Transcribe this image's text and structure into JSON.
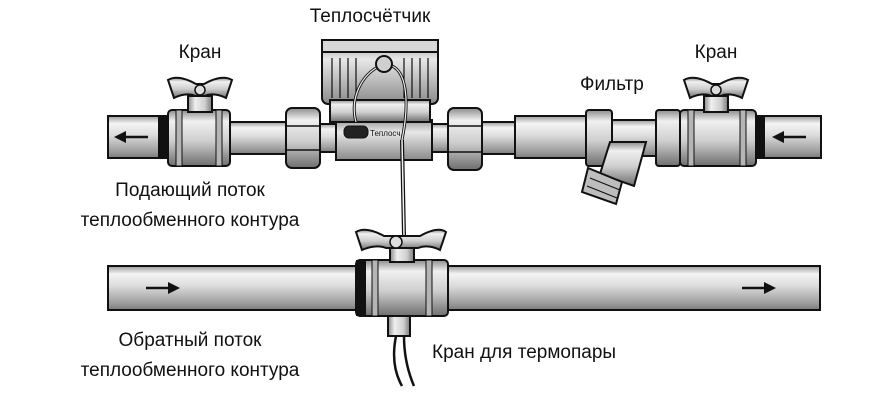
{
  "labels": {
    "heat_meter": "Теплосчётчик",
    "valve_left": "Кран",
    "valve_right": "Кран",
    "filter": "Фильтр",
    "supply_line1": "Подающий поток",
    "supply_line2": "теплообменного контура",
    "return_line1": "Обратный поток",
    "return_line2": "теплообменного контура",
    "thermo_valve": "Кран для термопары"
  },
  "colors": {
    "pipe_light": "#f2f2f2",
    "pipe_mid": "#c8c8c8",
    "pipe_dark": "#8a8a8a",
    "outline": "#111111",
    "background": "#ffffff"
  },
  "icons": [
    "flow-arrow-left-icon",
    "flow-arrow-right-icon",
    "butterfly-handle-icon",
    "heat-meter-icon",
    "strainer-filter-icon"
  ]
}
